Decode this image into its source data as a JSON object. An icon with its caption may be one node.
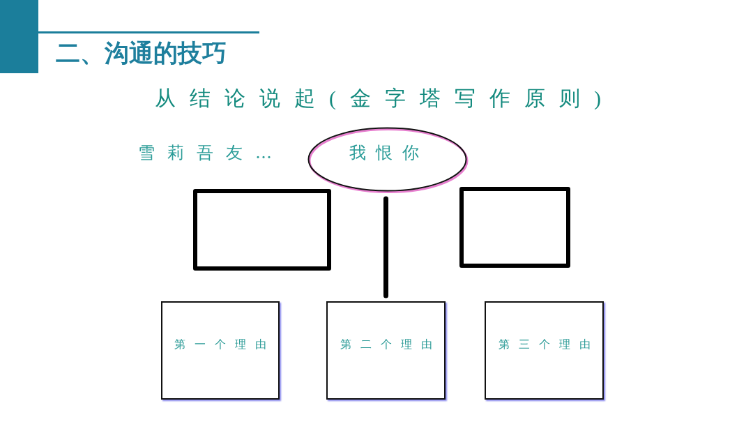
{
  "diagram": {
    "title": "二、沟通的技巧",
    "nodes": [
      {
        "text": [
          "我恨你"
        ]
      },
      {
        "text": [],
        "shape": "box"
      },
      {
        "text": [],
        "shape": "box"
      },
      {
        "text": [
          "第一个理由"
        ]
      },
      {
        "text": [
          "第二个理由"
        ]
      },
      {
        "text": [
          "第三个理由"
        ]
      }
    ],
    "edges": [
      {
        "from": 0,
        "to": 4,
        "arrow": "none"
      }
    ],
    "labels": [
      "从结论说起(金字塔写作原则)",
      "雪莉吾友…"
    ]
  }
}
